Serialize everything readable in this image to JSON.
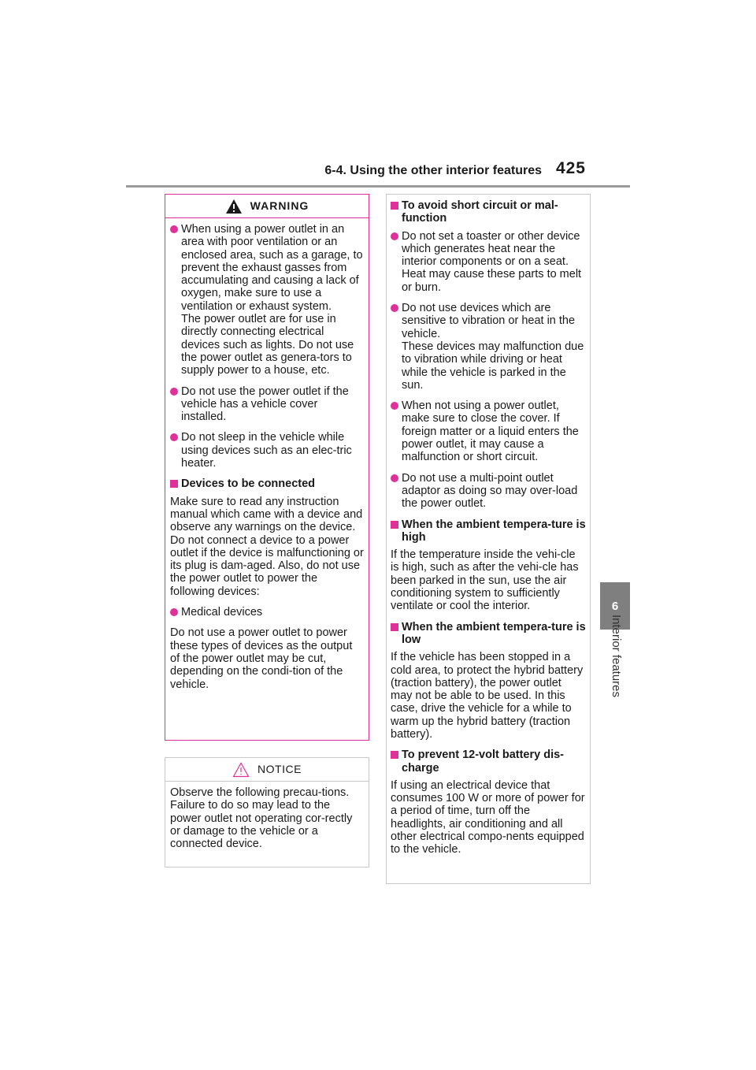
{
  "header": {
    "section_title": "6-4. Using the other interior features",
    "page_number": "425"
  },
  "side_tab": {
    "chapter_number": "6",
    "chapter_label": "Interior features"
  },
  "colors": {
    "accent": "#e0309a",
    "tab_gray": "#7f7f7f",
    "rule_gray": "#9a9a9a"
  },
  "warning": {
    "title": "WARNING",
    "icon": "warning-triangle-icon",
    "b1": "When using a power outlet in an area with poor ventilation or an enclosed area, such as a garage, to prevent the exhaust gasses from accumulating and causing a lack of oxygen, make sure to use a ventilation or exhaust system.",
    "b1b": "The power outlet are for use in directly connecting electrical devices such as lights. Do not use the power outlet as genera-tors to supply power to a house, etc.",
    "b2": "Do not use the power outlet if the vehicle has a vehicle cover installed.",
    "b3": "Do not sleep in the vehicle while using devices such as an elec-tric heater.",
    "h1": "Devices to be connected",
    "p1": "Make sure to read any instruction manual which came with a device and observe any warnings on the device. Do not connect a device to a power outlet if the device is malfunctioning or its plug is dam-aged. Also, do not use the power outlet to power the following devices:",
    "b4": "Medical devices",
    "p2": "Do not use a power outlet to power these types of devices as the output of the power outlet may be cut, depending on the condi-tion of the vehicle."
  },
  "notice": {
    "title": "NOTICE",
    "icon": "caution-triangle-outline-icon",
    "p1": "Observe the following precau-tions.",
    "p1b": "Failure to do so may lead to the power outlet not operating cor-rectly or damage to the vehicle or a connected device."
  },
  "right": {
    "h1": "To avoid short circuit or mal-function",
    "b1": "Do not set a toaster or other device which generates heat near the interior components or on a seat. Heat may cause these parts to melt or burn.",
    "b2": "Do not use devices which are sensitive to vibration or heat in the vehicle.",
    "b2b": "These devices may malfunction due to vibration while driving or heat while the vehicle is parked in the sun.",
    "b3": "When not using a power outlet, make sure to close the cover. If foreign matter or a liquid enters the power outlet, it may cause a malfunction or short circuit.",
    "b4": "Do not use a multi-point outlet adaptor as doing so may over-load the power outlet.",
    "h2": "When the ambient tempera-ture is high",
    "p2": "If the temperature inside the vehi-cle is high, such as after the vehi-cle has been parked in the sun, use the air conditioning system to sufficiently ventilate or cool the interior.",
    "h3": "When the ambient tempera-ture is low",
    "p3": "If the vehicle has been stopped in a cold area, to protect the hybrid battery (traction battery), the power outlet may not be able to be used. In this case, drive the vehicle for a while to warm up the hybrid battery (traction battery).",
    "h4": "To prevent 12-volt battery dis-charge",
    "p4": "If using an electrical device that consumes 100 W or more of power for a period of time, turn off the headlights, air conditioning and all other electrical compo-nents equipped to the vehicle."
  }
}
